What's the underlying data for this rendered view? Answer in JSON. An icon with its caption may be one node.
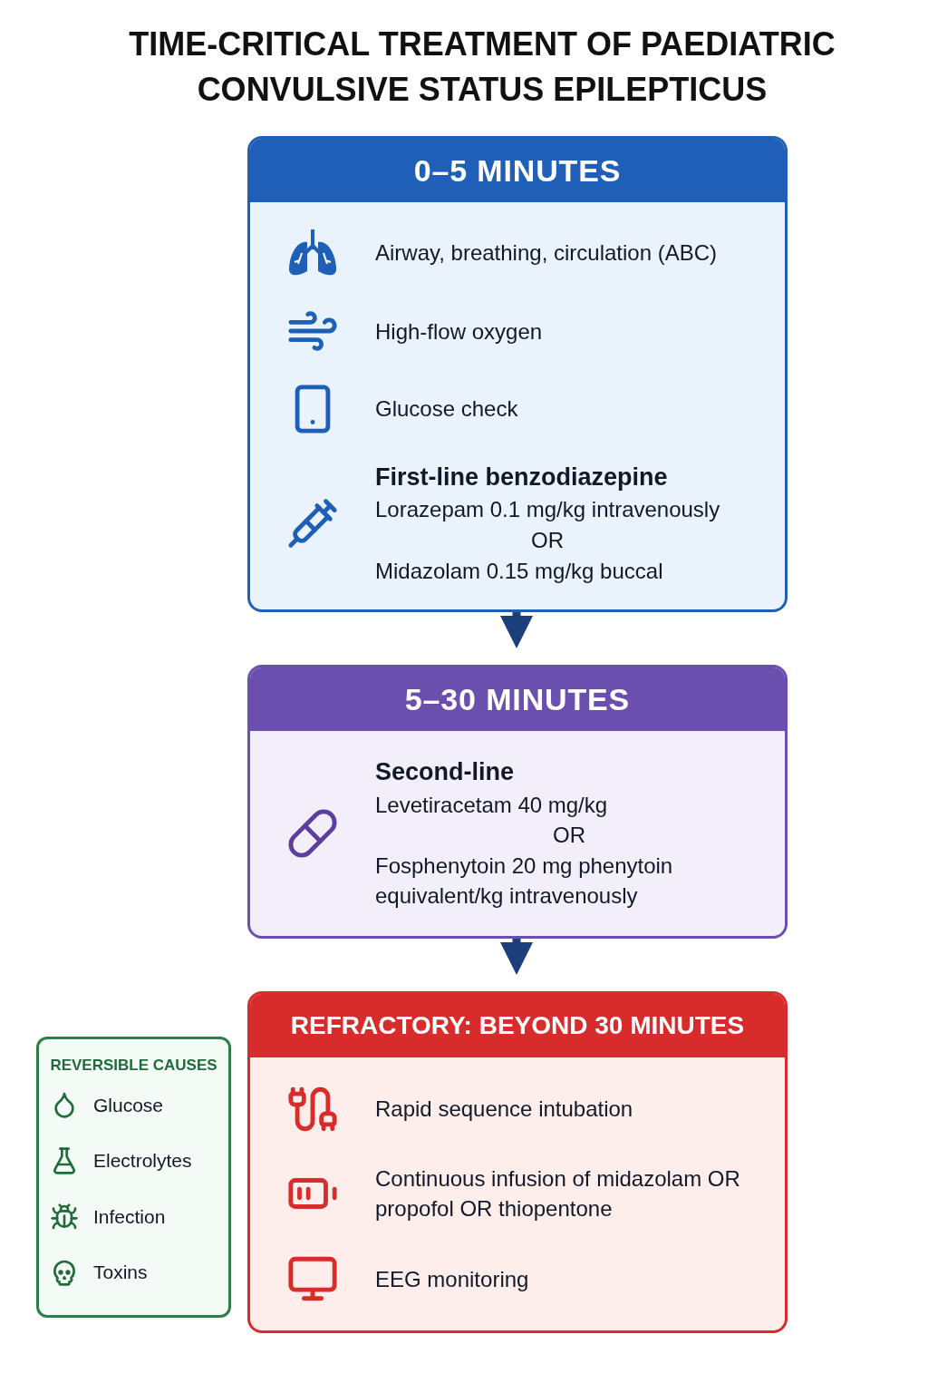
{
  "diagram": {
    "title": "TIME-CRITICAL TREATMENT OF PAEDIATRIC CONVULSIVE STATUS EPILEPTICUS",
    "nodes": [
      {
        "text": [
          "0–5 MINUTES",
          "Airway, breathing, circulation (ABC)",
          "High-flow oxygen",
          "Glucose check",
          "First-line benzodiazepine",
          "Lorazepam 0.1 mg/kg intravenously",
          "OR",
          "Midazolam 0.15 mg/kg buccal"
        ]
      },
      {
        "text": [
          "5–30 MINUTES",
          "Second-line",
          "Levetiracetam 40 mg/kg",
          "OR",
          "Fosphenytoin 20 mg phenytoin equivalent/kg intravenously"
        ]
      },
      {
        "text": [
          "REFRACTORY: BEYOND 30 MINUTES",
          "Rapid sequence intubation",
          "Continuous infusion of midazolam OR propofol OR thiopentone",
          "EEG monitoring"
        ]
      },
      {
        "text": [
          "REVERSIBLE CAUSES",
          "Glucose",
          "Electrolytes",
          "Infection",
          "Toxins"
        ]
      }
    ],
    "edges": [
      {
        "from": 0,
        "to": 1,
        "arrow": "to"
      },
      {
        "from": 1,
        "to": 2,
        "arrow": "to"
      }
    ]
  }
}
